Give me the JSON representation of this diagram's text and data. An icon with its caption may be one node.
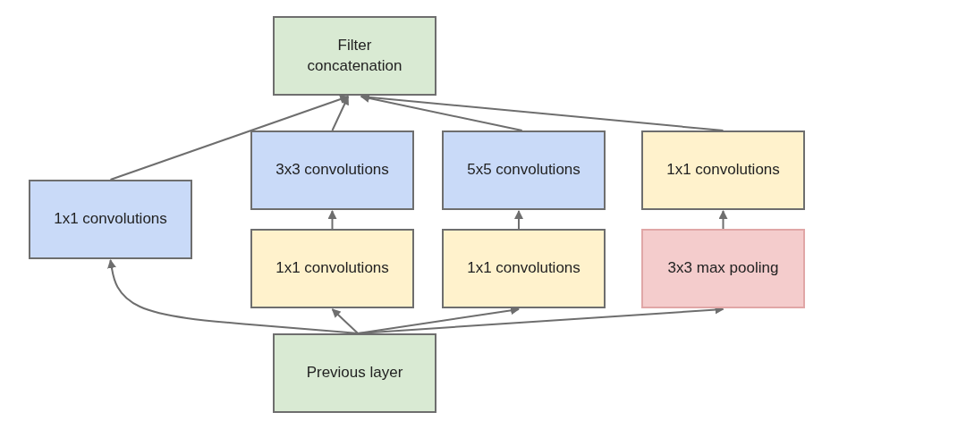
{
  "diagram": {
    "nodes": [
      {
        "text": [
          "Filter concatenation"
        ]
      },
      {
        "text": [
          "1x1 convolutions"
        ]
      },
      {
        "text": [
          "3x3 convolutions"
        ]
      },
      {
        "text": [
          "5x5 convolutions"
        ]
      },
      {
        "text": [
          "1x1 convolutions"
        ]
      },
      {
        "text": [
          "1x1 convolutions"
        ]
      },
      {
        "text": [
          "1x1 convolutions"
        ]
      },
      {
        "text": [
          "3x3 max pooling"
        ]
      },
      {
        "text": [
          "Previous layer"
        ]
      }
    ],
    "edges": [
      {
        "from": 8,
        "to": 1,
        "arrow": "to"
      },
      {
        "from": 8,
        "to": 5,
        "arrow": "to"
      },
      {
        "from": 8,
        "to": 6,
        "arrow": "to"
      },
      {
        "from": 8,
        "to": 7,
        "arrow": "to"
      },
      {
        "from": 5,
        "to": 2,
        "arrow": "to"
      },
      {
        "from": 6,
        "to": 3,
        "arrow": "to"
      },
      {
        "from": 7,
        "to": 4,
        "arrow": "to"
      },
      {
        "from": 1,
        "to": 0,
        "arrow": "to"
      },
      {
        "from": 2,
        "to": 0,
        "arrow": "to"
      },
      {
        "from": 3,
        "to": 0,
        "arrow": "to"
      },
      {
        "from": 4,
        "to": 0,
        "arrow": "to"
      }
    ]
  }
}
